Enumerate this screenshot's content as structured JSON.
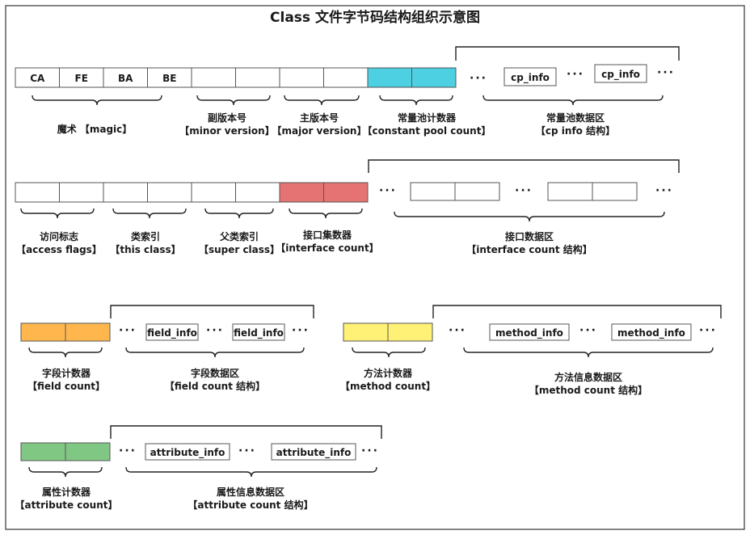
{
  "title": "Class 文件字节码结构组织示意图",
  "colors": {
    "cyan": "#4dd0e1",
    "red": "#e57373",
    "orange": "#ffb74d",
    "yellow": "#fff176",
    "green": "#81c784",
    "white": "#ffffff",
    "border": "#555555",
    "frame": "#222222"
  },
  "rows": [
    {
      "cells": [
        {
          "text": "CA"
        },
        {
          "text": "FE"
        },
        {
          "text": "BA"
        },
        {
          "text": "BE"
        },
        {
          "text": ""
        },
        {
          "text": ""
        },
        {
          "text": ""
        },
        {
          "text": ""
        },
        {
          "text": "",
          "color": "cyan"
        },
        {
          "text": "",
          "color": "cyan"
        }
      ],
      "pool_items": [
        {
          "text": "cp_info"
        },
        {
          "text": "cp_info"
        }
      ],
      "labels": [
        {
          "line1": "魔术 【magic】",
          "line2": ""
        },
        {
          "line1": "副版本号",
          "line2": "【minor version】"
        },
        {
          "line1": "主版本号",
          "line2": "【major version】"
        },
        {
          "line1": "常量池计数器",
          "line2": "【constant pool count】"
        },
        {
          "line1": "常量池数据区",
          "line2": "【cp info 结构】"
        }
      ]
    },
    {
      "cells": [
        {
          "text": ""
        },
        {
          "text": ""
        },
        {
          "text": ""
        },
        {
          "text": ""
        },
        {
          "text": ""
        },
        {
          "text": ""
        },
        {
          "text": "",
          "color": "red"
        },
        {
          "text": "",
          "color": "red"
        }
      ],
      "pool_items": [
        {
          "text": ""
        },
        {
          "text": ""
        },
        {
          "text": ""
        },
        {
          "text": ""
        }
      ],
      "labels": [
        {
          "line1": "访问标志",
          "line2": "【access flags】"
        },
        {
          "line1": "类索引",
          "line2": "【this class】"
        },
        {
          "line1": "父类索引",
          "line2": "【super class】"
        },
        {
          "line1": "接口集数器",
          "line2": "【interface count】"
        },
        {
          "line1": "接口数据区",
          "line2": "【interface count 结构】"
        }
      ]
    },
    {
      "groups": [
        {
          "counter_color": "orange",
          "pool_items": [
            {
              "text": "field_info"
            },
            {
              "text": "field_info"
            }
          ],
          "labels": [
            {
              "line1": "字段计数器",
              "line2": "【field count】"
            },
            {
              "line1": "字段数据区",
              "line2": "【field count 结构】"
            }
          ]
        },
        {
          "counter_color": "yellow",
          "pool_items": [
            {
              "text": "method_info"
            },
            {
              "text": "method_info"
            }
          ],
          "labels": [
            {
              "line1": "方法计数器",
              "line2": "【method count】"
            },
            {
              "line1": "方法信息数据区",
              "line2": "【method count 结构】"
            }
          ]
        }
      ]
    },
    {
      "groups": [
        {
          "counter_color": "green",
          "pool_items": [
            {
              "text": "attribute_info"
            },
            {
              "text": "attribute_info"
            }
          ],
          "labels": [
            {
              "line1": "属性计数器",
              "line2": "【attribute count】"
            },
            {
              "line1": "属性信息数据区",
              "line2": "【attribute count 结构】"
            }
          ]
        }
      ]
    }
  ],
  "ellipsis": "···"
}
